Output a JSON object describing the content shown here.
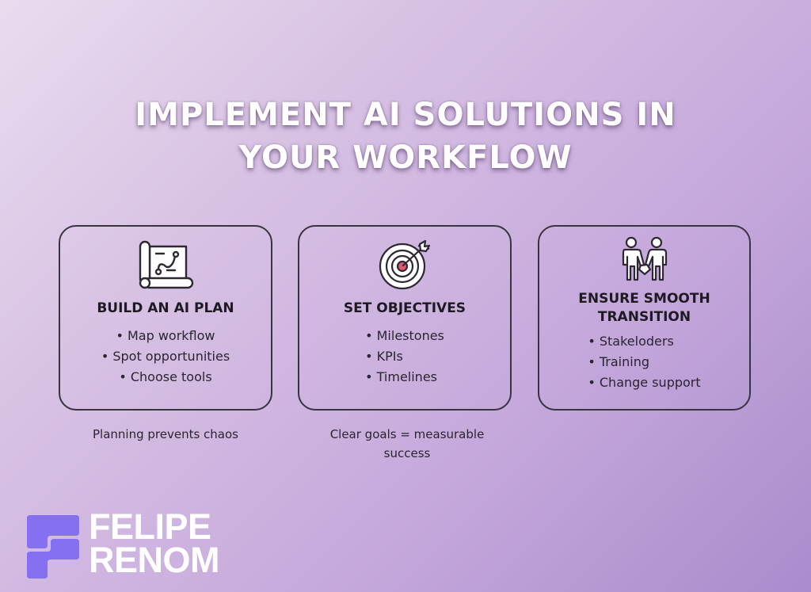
{
  "title": {
    "line1": "IMPLEMENT AI SOLUTIONS IN",
    "line2": "YOUR WORKFLOW"
  },
  "cards": [
    {
      "icon": "blueprint-roadmap-icon",
      "title": "BUILD AN AI PLAN",
      "points": [
        "Map workflow",
        "Spot opportunities",
        "Choose tools"
      ],
      "caption": "Planning prevents chaos"
    },
    {
      "icon": "target-arrow-icon",
      "title": "SET OBJECTIVES",
      "points": [
        "Milestones",
        "KPIs",
        "Timelines"
      ],
      "caption_line1": "Clear goals = measurable",
      "caption_line2": "success"
    },
    {
      "icon": "handshake-people-icon",
      "title_line1": "ENSURE SMOOTH",
      "title_line2": "TRANSITION",
      "points": [
        "Stakeloders",
        "Training",
        "Change support"
      ]
    }
  ],
  "brand": {
    "line1": "FELIPE",
    "line2": "RENOM",
    "logo_color": "#8570f0"
  },
  "colors": {
    "target_center": "#e0566f",
    "card_border": "#3a3340",
    "title_text": "#ffffff"
  }
}
